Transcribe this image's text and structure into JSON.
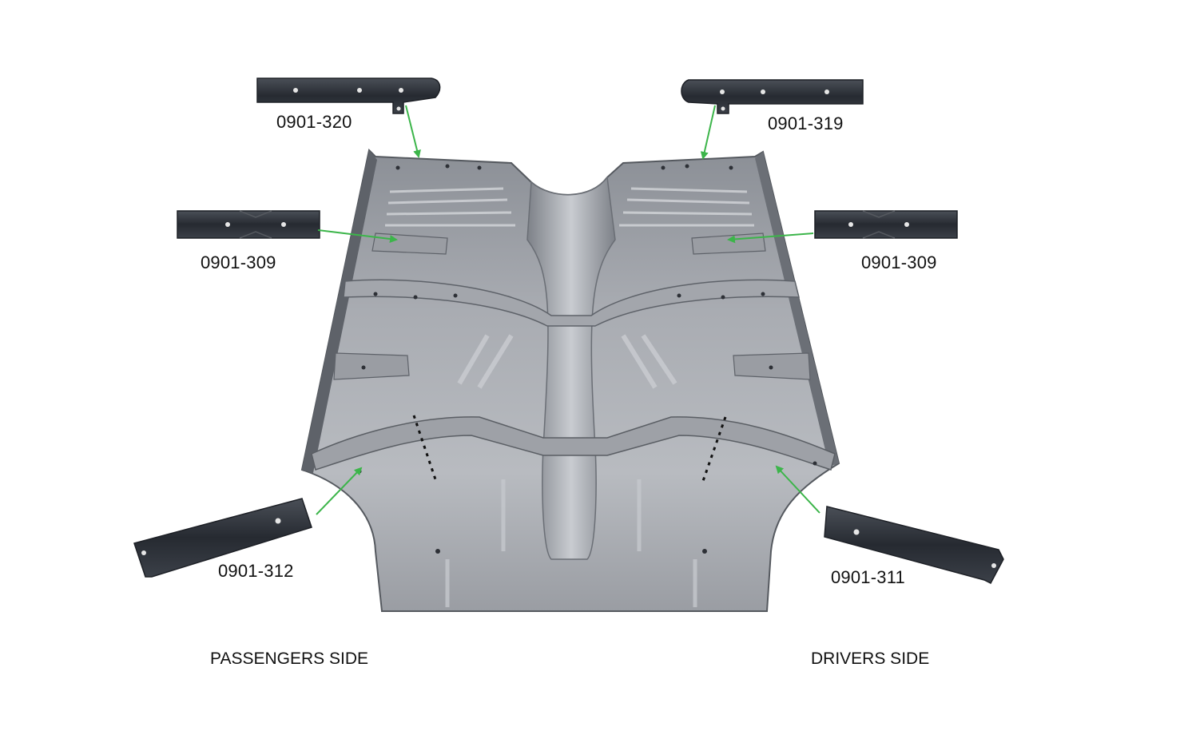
{
  "parts": [
    {
      "id": "upper-left",
      "number": "0901-320"
    },
    {
      "id": "upper-right",
      "number": "0901-319"
    },
    {
      "id": "mid-left",
      "number": "0901-309"
    },
    {
      "id": "mid-right",
      "number": "0901-309"
    },
    {
      "id": "lower-left",
      "number": "0901-312"
    },
    {
      "id": "lower-right",
      "number": "0901-311"
    }
  ],
  "sides": {
    "left": "PASSENGERS SIDE",
    "right": "DRIVERS SIDE"
  },
  "colors": {
    "arrow": "#3cb54a",
    "pan_light": "#b3b6bc",
    "pan_mid": "#8e9299",
    "pan_dark": "#5d6168",
    "bracket": "#2b2f36"
  }
}
